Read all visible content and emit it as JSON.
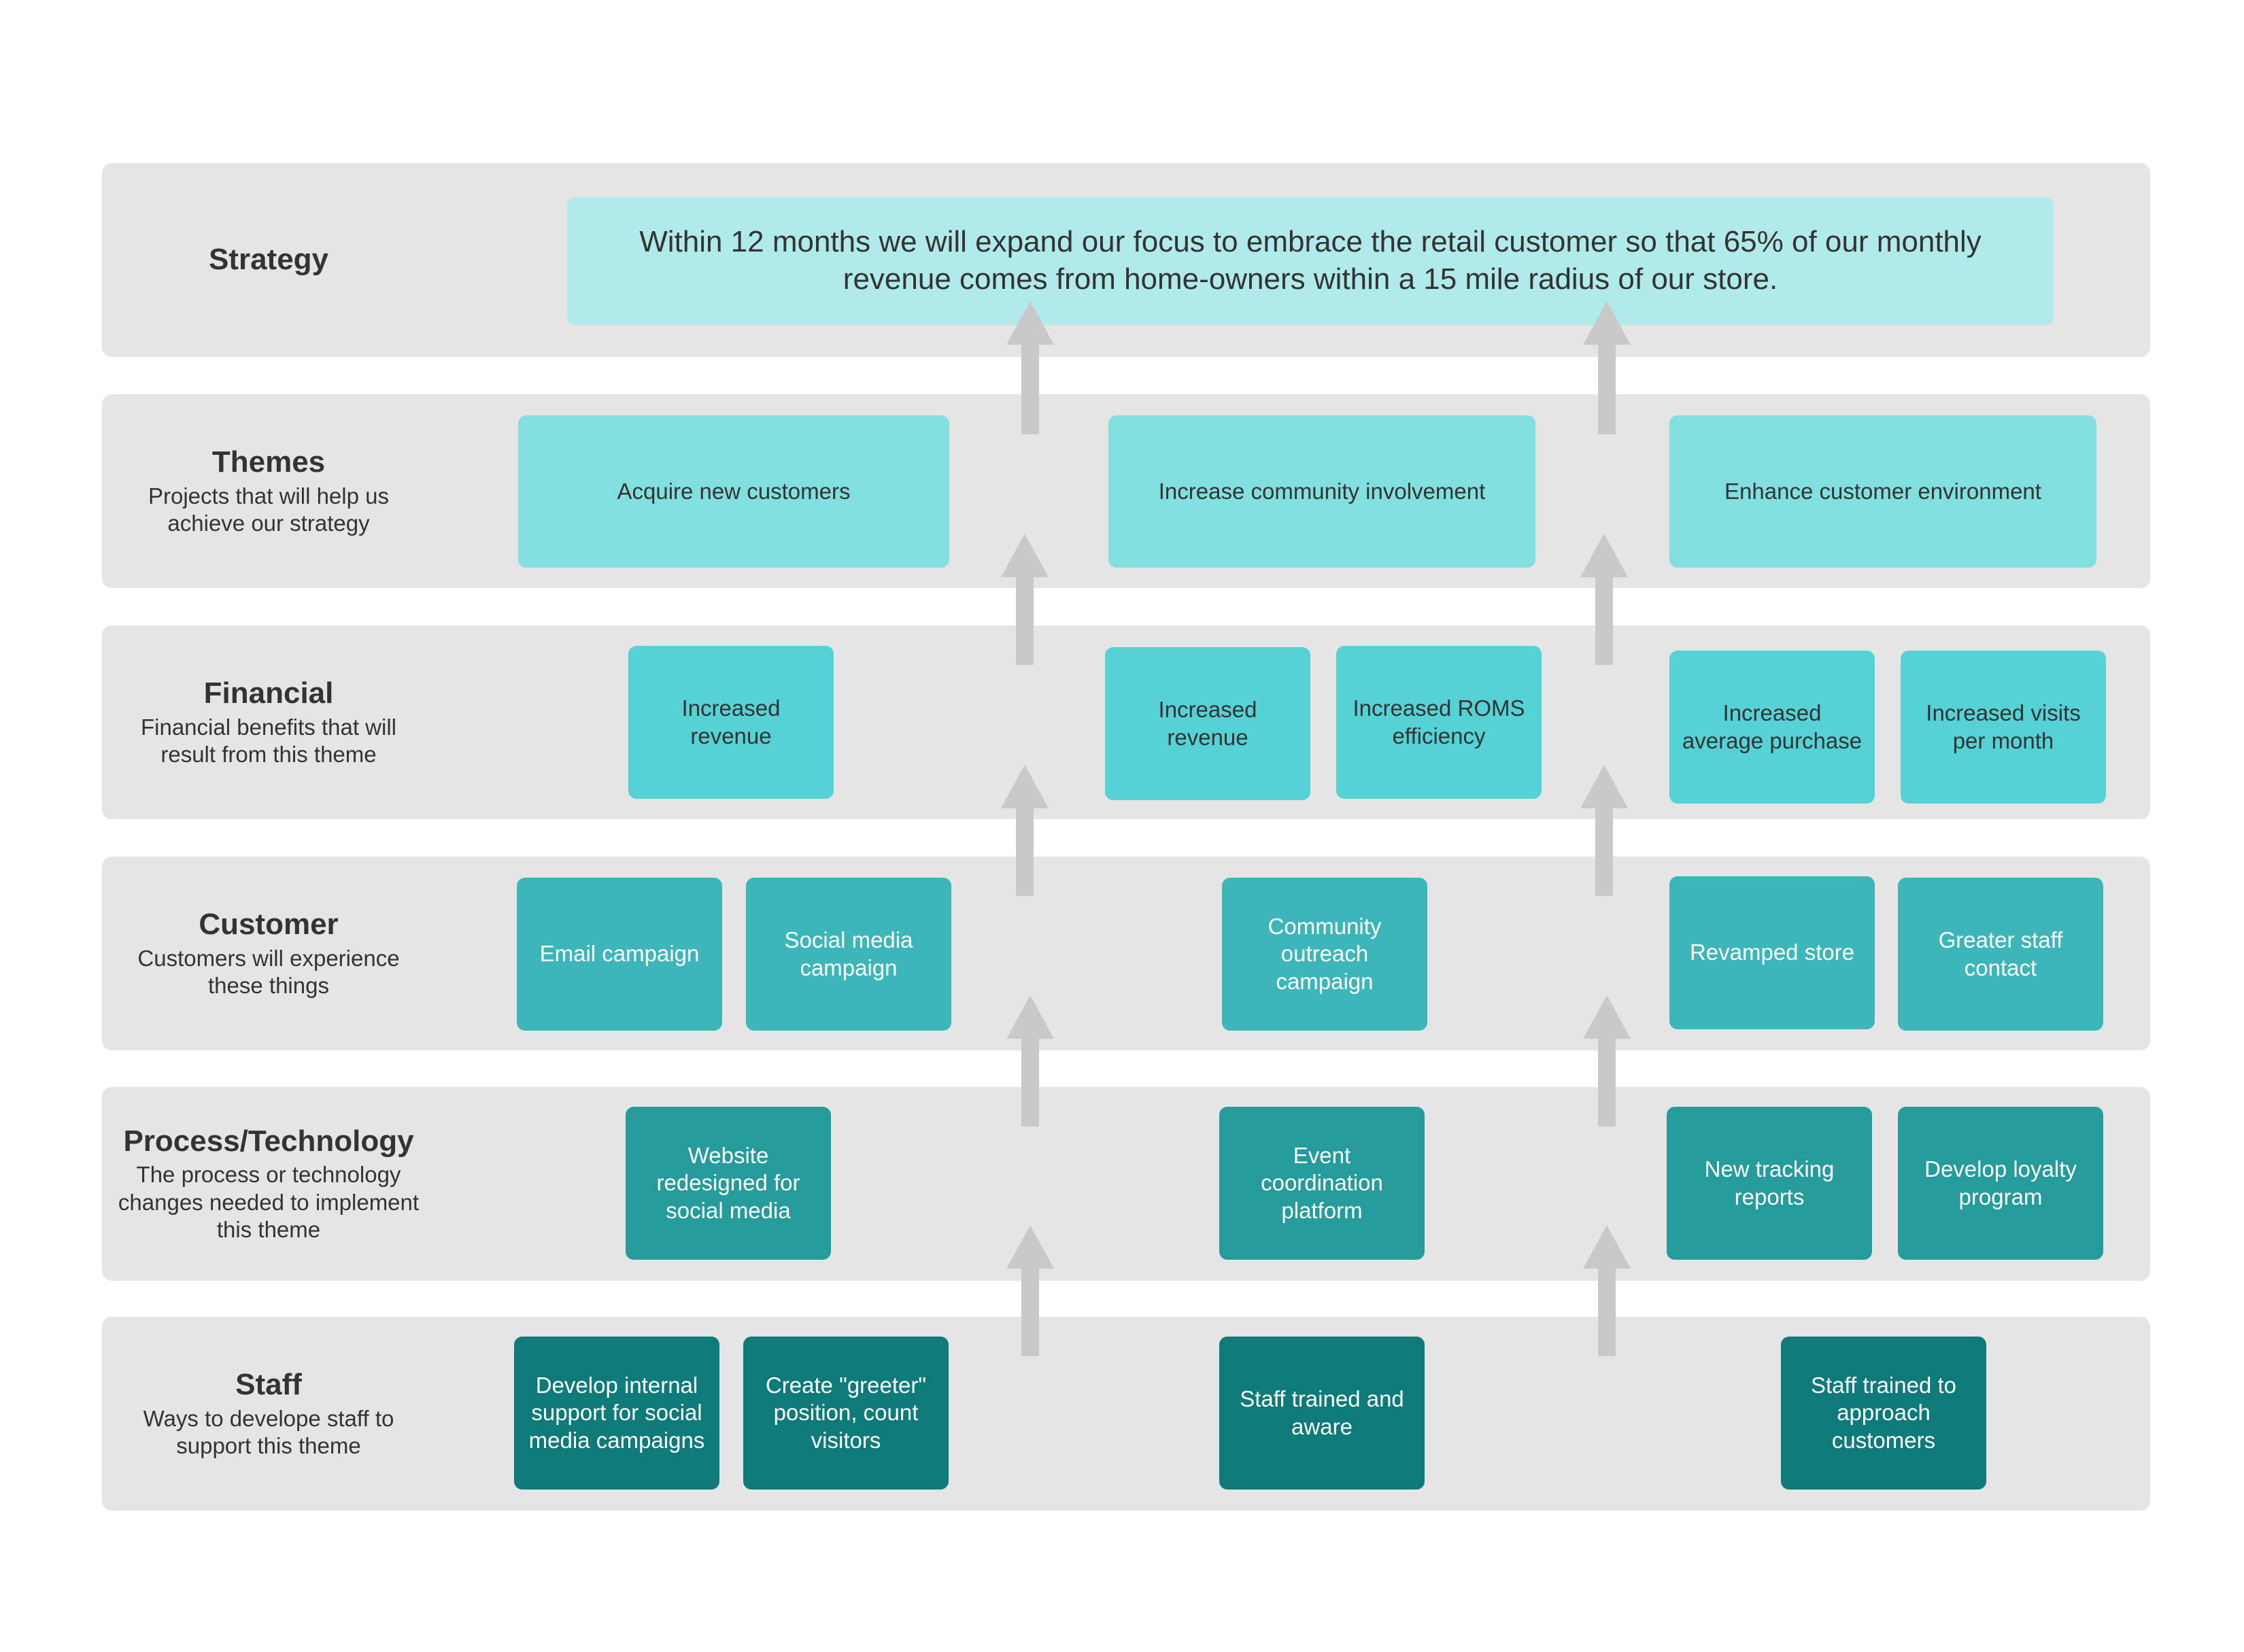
{
  "colors": {
    "band": "#e5e5e5",
    "arrow": "#c9c9c9",
    "strategy": "#b0eaea",
    "themes": "#82dfe0",
    "financial": "#55d2d5",
    "customer": "#3cb6b8",
    "process": "#259b9b",
    "staff": "#0e7b7a"
  },
  "rows": {
    "strategy": {
      "title": "Strategy",
      "subtitle": ""
    },
    "themes": {
      "title": "Themes",
      "subtitle": "Projects that will help us achieve our strategy"
    },
    "financial": {
      "title": "Financial",
      "subtitle": "Financial benefits that will result from this theme"
    },
    "customer": {
      "title": "Customer",
      "subtitle": "Customers will experience these things"
    },
    "process": {
      "title": "Process/Technology",
      "subtitle": "The process or technology changes needed to implement this theme"
    },
    "staff": {
      "title": "Staff",
      "subtitle": "Ways to develope staff to support this theme"
    }
  },
  "strategy_statement": "Within 12 months we will expand our focus to embrace the retail customer so that 65% of our monthly revenue comes from home-owners within a 15 mile radius of our store.",
  "themes": [
    "Acquire new customers",
    "Increase community involvement",
    "Enhance customer environment"
  ],
  "financial": [
    "Increased revenue",
    "Increased revenue",
    "Increased ROMS efficiency",
    "Increased average purchase",
    "Increased visits per month"
  ],
  "customer": [
    "Email campaign",
    "Social media campaign",
    "Community outreach campaign",
    "Revamped store",
    "Greater staff contact"
  ],
  "process": [
    "Website redesigned for social media",
    "Event coordination platform",
    "New tracking reports",
    "Develop loyalty program"
  ],
  "staff": [
    "Develop internal support for social media campaigns",
    "Create \"greeter\" position, count visitors",
    "Staff trained and aware",
    "Staff trained to approach customers"
  ]
}
